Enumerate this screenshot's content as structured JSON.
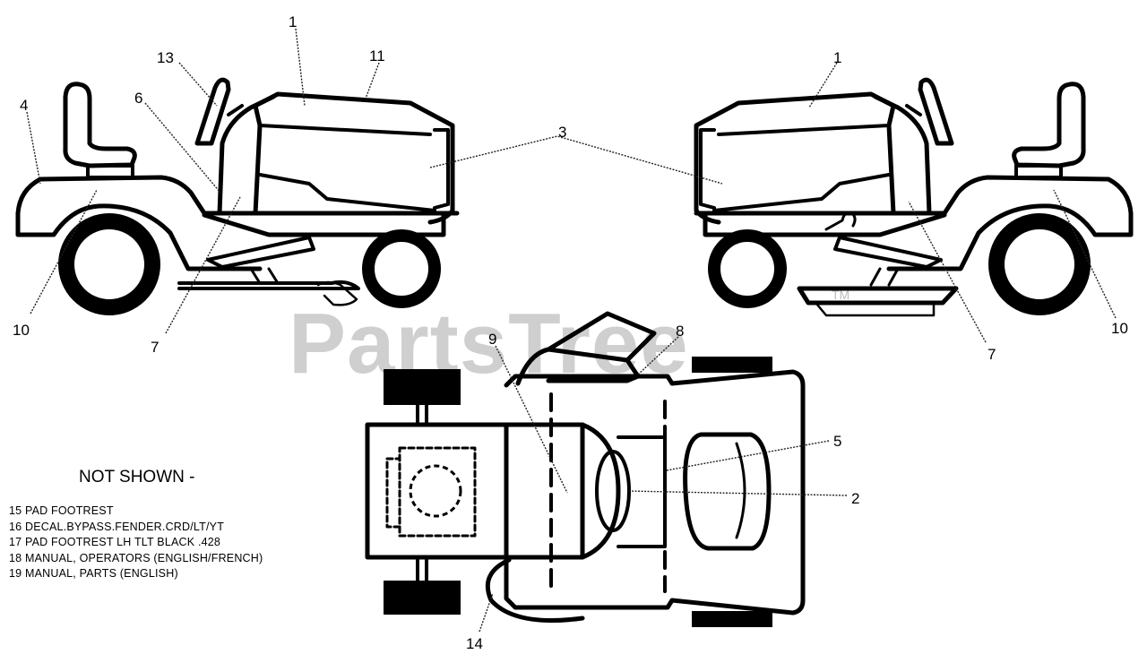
{
  "watermark": {
    "text": "PartsTree",
    "trademark": "TM"
  },
  "callouts": {
    "c1_left": "1",
    "c11": "11",
    "c13": "13",
    "c4": "4",
    "c6": "6",
    "c3": "3",
    "c10_left": "10",
    "c7_left": "7",
    "c1_right": "1",
    "c7_right": "7",
    "c10_right": "10",
    "c9": "9",
    "c8": "8",
    "c5": "5",
    "c2": "2",
    "c14": "14"
  },
  "not_shown": {
    "title": "NOT SHOWN -",
    "items": [
      "15 PAD FOOTREST",
      "16 DECAL.BYPASS.FENDER.CRD/LT/YT",
      "17 PAD FOOTREST LH TLT BLACK .428",
      "18 MANUAL, OPERATORS (ENGLISH/FRENCH)",
      "19 MANUAL, PARTS (ENGLISH)"
    ]
  }
}
